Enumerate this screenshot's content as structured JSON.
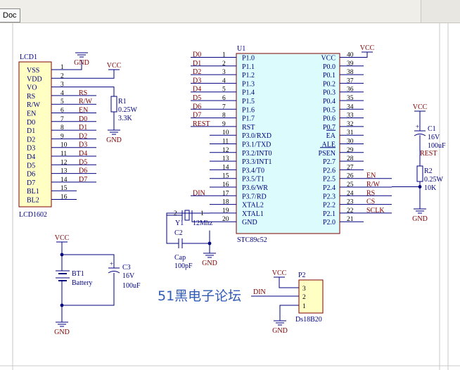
{
  "toolbar": {
    "doc_label": "Doc"
  },
  "lcd": {
    "ref": "LCD1",
    "part": "LCD1602",
    "pins": [
      {
        "num": "1",
        "name": "VSS"
      },
      {
        "num": "2",
        "name": "VDD"
      },
      {
        "num": "3",
        "name": "VO"
      },
      {
        "num": "4",
        "name": "RS",
        "net": "RS"
      },
      {
        "num": "5",
        "name": "R/W",
        "net": "R/W"
      },
      {
        "num": "6",
        "name": "EN",
        "net": "EN"
      },
      {
        "num": "7",
        "name": "D0",
        "net": "D0"
      },
      {
        "num": "8",
        "name": "D1",
        "net": "D1"
      },
      {
        "num": "9",
        "name": "D2",
        "net": "D2"
      },
      {
        "num": "10",
        "name": "D3",
        "net": "D3"
      },
      {
        "num": "11",
        "name": "D4",
        "net": "D4"
      },
      {
        "num": "12",
        "name": "D5",
        "net": "D5"
      },
      {
        "num": "13",
        "name": "D6",
        "net": "D6"
      },
      {
        "num": "14",
        "name": "D7",
        "net": "D7"
      },
      {
        "num": "15",
        "name": "BL1"
      },
      {
        "num": "16",
        "name": "BL2"
      }
    ]
  },
  "mcu": {
    "ref": "U1",
    "part": "STC89c52",
    "left_pins": [
      {
        "num": "1",
        "name": "P1.0",
        "net": "D0"
      },
      {
        "num": "2",
        "name": "P1.1",
        "net": "D1"
      },
      {
        "num": "3",
        "name": "P1.2",
        "net": "D2"
      },
      {
        "num": "4",
        "name": "P1.3",
        "net": "D3"
      },
      {
        "num": "5",
        "name": "P1.4",
        "net": "D4"
      },
      {
        "num": "6",
        "name": "P1.5",
        "net": "D5"
      },
      {
        "num": "7",
        "name": "P1.6",
        "net": "D6"
      },
      {
        "num": "8",
        "name": "P1.7",
        "net": "D7"
      },
      {
        "num": "9",
        "name": "RST",
        "net": "REST"
      },
      {
        "num": "10",
        "name": "P3.0/RXD"
      },
      {
        "num": "11",
        "name": "P3.1/TXD"
      },
      {
        "num": "12",
        "name": "P3.2/INT0"
      },
      {
        "num": "13",
        "name": "P3.3/INT1"
      },
      {
        "num": "14",
        "name": "P3.4/T0"
      },
      {
        "num": "15",
        "name": "P3.5/T1"
      },
      {
        "num": "16",
        "name": "P3.6/WR"
      },
      {
        "num": "17",
        "name": "P3.7/RD",
        "net": "DIN"
      },
      {
        "num": "18",
        "name": "XTAL2"
      },
      {
        "num": "19",
        "name": "XTAL1"
      },
      {
        "num": "20",
        "name": "GND"
      }
    ],
    "right_pins": [
      {
        "num": "40",
        "name": "VCC"
      },
      {
        "num": "39",
        "name": "P0.0"
      },
      {
        "num": "38",
        "name": "P0.1"
      },
      {
        "num": "37",
        "name": "P0.2"
      },
      {
        "num": "36",
        "name": "P0.3"
      },
      {
        "num": "35",
        "name": "P0.4"
      },
      {
        "num": "34",
        "name": "P0.5"
      },
      {
        "num": "33",
        "name": "P0.6"
      },
      {
        "num": "32",
        "name": "P0.7"
      },
      {
        "num": "31",
        "name": "EA"
      },
      {
        "num": "30",
        "name": "ALE"
      },
      {
        "num": "29",
        "name": "PSEN"
      },
      {
        "num": "28",
        "name": "P2.7"
      },
      {
        "num": "27",
        "name": "P2.6"
      },
      {
        "num": "26",
        "name": "P2.5",
        "net": "EN"
      },
      {
        "num": "25",
        "name": "P2.4",
        "net": "R/W"
      },
      {
        "num": "24",
        "name": "P2.3",
        "net": "RS"
      },
      {
        "num": "23",
        "name": "P2.2",
        "net": "CS"
      },
      {
        "num": "22",
        "name": "P2.1",
        "net": "SCLK"
      },
      {
        "num": "21",
        "name": "P2.0"
      }
    ]
  },
  "power": {
    "vcc": "VCC",
    "gnd": "GND"
  },
  "r1": {
    "ref": "R1",
    "spec": "0.25W",
    "value": "3.3K"
  },
  "r2": {
    "ref": "R2",
    "spec": "0.25W",
    "value": "10K"
  },
  "c1": {
    "ref": "C1",
    "volt": "16V",
    "value": "100uF",
    "net": "REST"
  },
  "c2": {
    "ref": "C2",
    "part": "Cap",
    "value": "100pF"
  },
  "c3": {
    "ref": "C3",
    "volt": "16V",
    "value": "100uF"
  },
  "y1": {
    "ref": "Y1",
    "value": "12Mhz",
    "pin1": "1",
    "pin2": "2"
  },
  "bt1": {
    "ref": "BT1",
    "part": "Battery"
  },
  "p2": {
    "ref": "P2",
    "part": "Ds18B20",
    "net": "DIN",
    "pins": [
      "3",
      "2",
      "1"
    ]
  },
  "watermark": "51黑电子论坛"
}
